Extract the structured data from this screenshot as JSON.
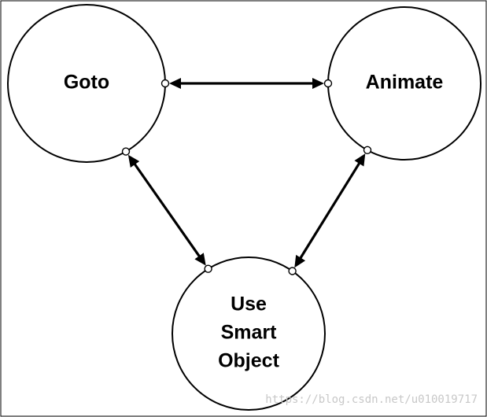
{
  "nodes": [
    {
      "id": "goto",
      "lines": [
        "Goto"
      ]
    },
    {
      "id": "animate",
      "lines": [
        "Animate"
      ]
    },
    {
      "id": "use-smart-object",
      "lines": [
        "Use",
        "Smart",
        "Object"
      ]
    }
  ],
  "edges": [
    {
      "from": "goto",
      "to": "animate",
      "direction": "both"
    },
    {
      "from": "goto",
      "to": "use-smart-object",
      "direction": "both"
    },
    {
      "from": "animate",
      "to": "use-smart-object",
      "direction": "both"
    }
  ],
  "watermark": "https://blog.csdn.net/u010019717",
  "colors": {
    "stroke": "#000000",
    "background": "#ffffff",
    "watermark": "#c8c8c8"
  }
}
